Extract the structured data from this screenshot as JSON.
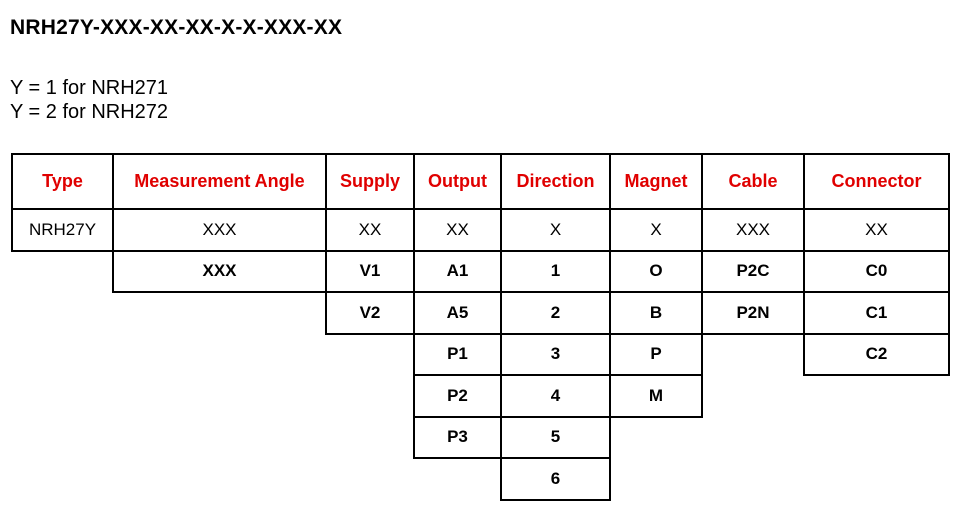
{
  "title": "NRH27Y-XXX-XX-XX-X-X-XXX-XX",
  "y_lines": [
    "Y = 1 for NRH271",
    "Y = 2 for NRH272"
  ],
  "header_color": "#e00000",
  "table": {
    "headers": [
      "Type",
      "Measurement Angle",
      "Supply",
      "Output",
      "Direction",
      "Magnet",
      "Cable",
      "Connector"
    ],
    "placeholders": [
      "NRH27Y",
      "XXX",
      "XX",
      "XX",
      "X",
      "X",
      "XXX",
      "XX"
    ],
    "options": [
      [],
      [
        "XXX"
      ],
      [
        "V1",
        "V2"
      ],
      [
        "A1",
        "A5",
        "P1",
        "P2",
        "P3"
      ],
      [
        "1",
        "2",
        "3",
        "4",
        "5",
        "6"
      ],
      [
        "O",
        "B",
        "P",
        "M"
      ],
      [
        "P2C",
        "P2N"
      ],
      [
        "C0",
        "C1",
        "C2"
      ]
    ]
  }
}
